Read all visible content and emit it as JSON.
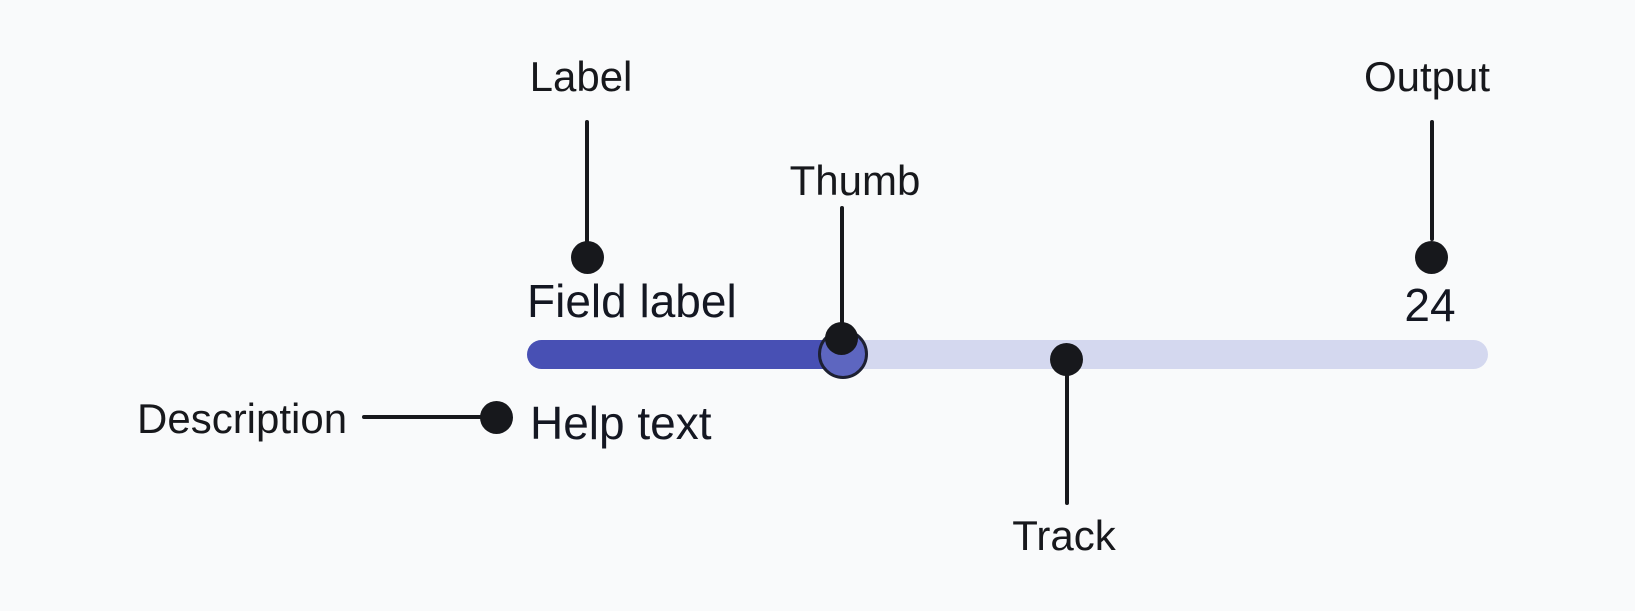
{
  "canvas": {
    "background": "#f9fafb"
  },
  "component": {
    "type": "slider",
    "field_label": "Field label",
    "help_text": "Help text",
    "output_value": "24",
    "fill_percent": 33,
    "colors": {
      "track": "#d4d8ef",
      "track_fill": "#4850b4",
      "thumb_fill": "#5d66c0",
      "thumb_border": "#1d2032",
      "text": "#141722"
    }
  },
  "annotations": {
    "color": "#17181c",
    "items": [
      {
        "id": "label",
        "text": "Label"
      },
      {
        "id": "thumb",
        "text": "Thumb"
      },
      {
        "id": "output",
        "text": "Output"
      },
      {
        "id": "description",
        "text": "Description"
      },
      {
        "id": "track",
        "text": "Track"
      }
    ]
  }
}
